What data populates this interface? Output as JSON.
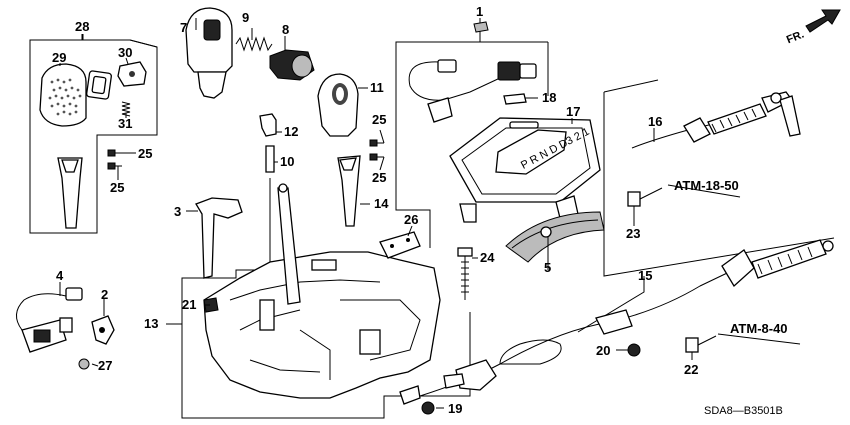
{
  "parts": [
    {
      "id": "p1",
      "label": "1"
    },
    {
      "id": "p2",
      "label": "2"
    },
    {
      "id": "p3",
      "label": "3"
    },
    {
      "id": "p4",
      "label": "4"
    },
    {
      "id": "p5",
      "label": "5"
    },
    {
      "id": "p7",
      "label": "7"
    },
    {
      "id": "p8",
      "label": "8"
    },
    {
      "id": "p9",
      "label": "9"
    },
    {
      "id": "p10",
      "label": "10"
    },
    {
      "id": "p11",
      "label": "11"
    },
    {
      "id": "p12",
      "label": "12"
    },
    {
      "id": "p13",
      "label": "13"
    },
    {
      "id": "p14",
      "label": "14"
    },
    {
      "id": "p15",
      "label": "15"
    },
    {
      "id": "p16",
      "label": "16"
    },
    {
      "id": "p17",
      "label": "17"
    },
    {
      "id": "p18",
      "label": "18"
    },
    {
      "id": "p19",
      "label": "19"
    },
    {
      "id": "p20",
      "label": "20"
    },
    {
      "id": "p21",
      "label": "21"
    },
    {
      "id": "p22",
      "label": "22"
    },
    {
      "id": "p23",
      "label": "23"
    },
    {
      "id": "p24",
      "label": "24"
    },
    {
      "id": "p25a",
      "label": "25"
    },
    {
      "id": "p25b",
      "label": "25"
    },
    {
      "id": "p25c",
      "label": "25"
    },
    {
      "id": "p25d",
      "label": "25"
    },
    {
      "id": "p26",
      "label": "26"
    },
    {
      "id": "p27",
      "label": "27"
    },
    {
      "id": "p28",
      "label": "28"
    },
    {
      "id": "p29",
      "label": "29"
    },
    {
      "id": "p30",
      "label": "30"
    },
    {
      "id": "p31",
      "label": "31"
    }
  ],
  "references": {
    "ref1": "ATM-18-50",
    "ref2": "ATM-8-40"
  },
  "direction_label": "FR.",
  "diagram_code": "SDA8—B3501B",
  "gate_letters": "P R N D D3 2 1"
}
